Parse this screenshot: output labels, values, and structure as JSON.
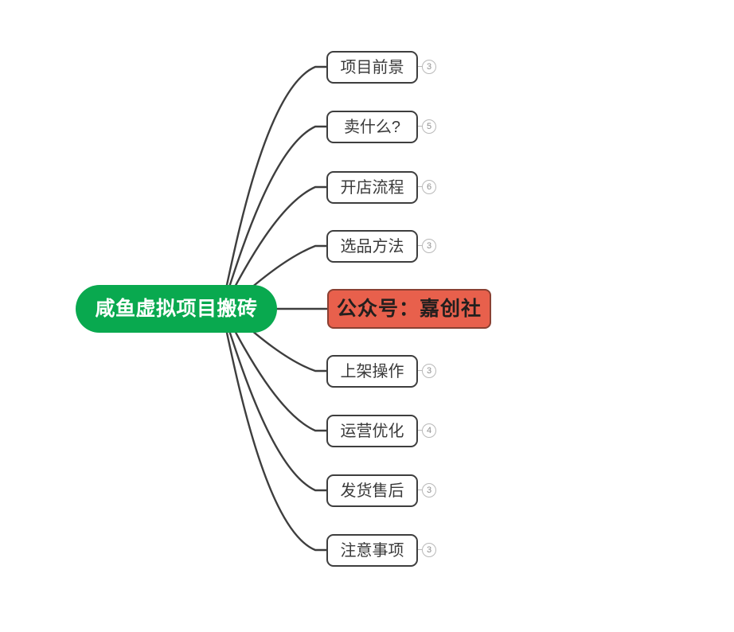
{
  "mindmap": {
    "root": {
      "label": "咸鱼虚拟项目搬砖",
      "fill_color": "#09a94f",
      "text_color": "#ffffff"
    },
    "accent_color": "#e8604c",
    "edge_color": "#3e3e3e",
    "node_border_color": "#3e3e3e",
    "branches": [
      {
        "label": "项目前景",
        "badge": "3",
        "highlight": false
      },
      {
        "label": "卖什么?",
        "badge": "5",
        "highlight": false
      },
      {
        "label": "开店流程",
        "badge": "6",
        "highlight": false
      },
      {
        "label": "选品方法",
        "badge": "3",
        "highlight": false
      },
      {
        "label": "公众号：嘉创社",
        "badge": "",
        "highlight": true
      },
      {
        "label": "上架操作",
        "badge": "3",
        "highlight": false
      },
      {
        "label": "运营优化",
        "badge": "4",
        "highlight": false
      },
      {
        "label": "发货售后",
        "badge": "3",
        "highlight": false
      },
      {
        "label": "注意事项",
        "badge": "3",
        "highlight": false
      }
    ]
  }
}
